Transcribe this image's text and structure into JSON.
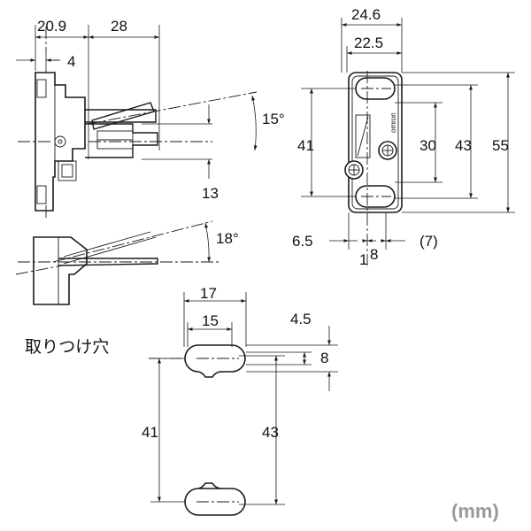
{
  "units_label": "(mm)",
  "mounting_holes_label": "取りつけ穴",
  "logo_text": "omron",
  "side_view": {
    "dims": {
      "width_a": "20.9",
      "width_b": "28",
      "offset": "4",
      "height": "13",
      "angle": "15°"
    }
  },
  "bottom_view": {
    "dims": {
      "angle": "18°"
    }
  },
  "front_view": {
    "dims": {
      "outer_width": "24.6",
      "inner_width": "22.5",
      "left_height": "41",
      "inner_height": "30",
      "mid_height": "43",
      "total_height": "55",
      "left_offset": "6.5",
      "center_a": "1",
      "center_b": "8",
      "right_offset": "(7)"
    }
  },
  "mounting_holes": {
    "dims": {
      "outer_length": "17",
      "inner_length": "15",
      "slot_width": "4.5",
      "height": "8",
      "pitch_a": "41",
      "pitch_b": "43"
    }
  }
}
